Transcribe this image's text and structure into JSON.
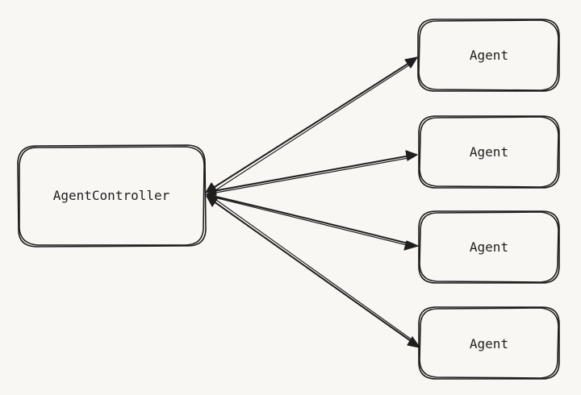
{
  "diagram": {
    "controller": {
      "label": "AgentController"
    },
    "agents": [
      {
        "label": "Agent"
      },
      {
        "label": "Agent"
      },
      {
        "label": "Agent"
      },
      {
        "label": "Agent"
      }
    ]
  },
  "colors": {
    "background": "#f9f7f4",
    "stroke": "#1e1e1e"
  }
}
